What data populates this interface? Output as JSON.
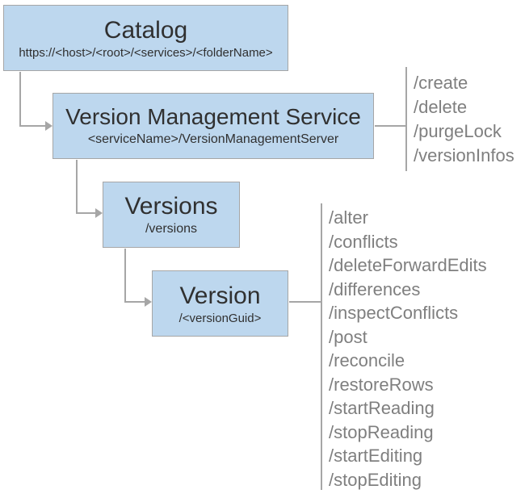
{
  "diagram": {
    "nodes": {
      "catalog": {
        "title": "Catalog",
        "subtitle": "https://<host>/<root>/<services>/<folderName>"
      },
      "version_management_service": {
        "title": "Version Management Service",
        "subtitle": "<serviceName>/VersionManagementServer",
        "operations": [
          "/create",
          "/delete",
          "/purgeLock",
          "/versionInfos"
        ]
      },
      "versions": {
        "title": "Versions",
        "subtitle": "/versions"
      },
      "version": {
        "title": "Version",
        "subtitle": "/<versionGuid>",
        "operations": [
          "/alter",
          "/conflicts",
          "/deleteForwardEdits",
          "/differences",
          "/inspectConflicts",
          "/post",
          "/reconcile",
          "/restoreRows",
          "/startReading",
          "/stopReading",
          "/startEditing",
          "/stopEditing"
        ]
      }
    },
    "colors": {
      "box_fill": "#bdd7ee",
      "box_border": "#a6a6a6",
      "connector": "#a6a6a6",
      "title_text": "#303030",
      "operation_text": "#7f7f7f"
    }
  }
}
